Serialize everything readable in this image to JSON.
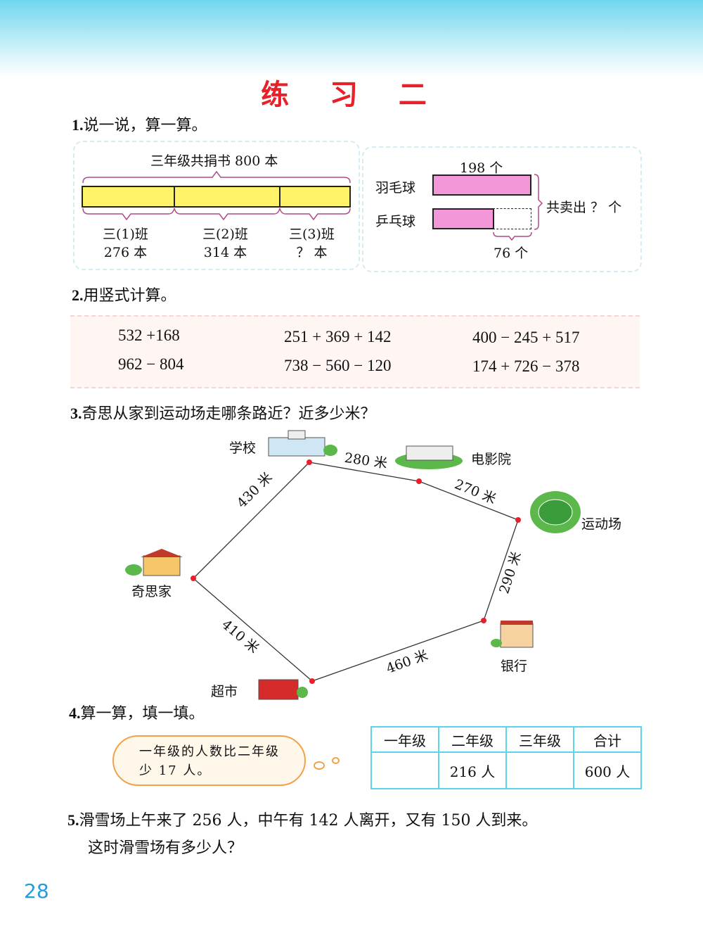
{
  "title": "练 习 二",
  "page_number": "28",
  "q1": {
    "prompt_num": "1.",
    "prompt": "说一说，算一算。",
    "left": {
      "total": "三年级共捐书 800 本",
      "classes": [
        {
          "name": "三(1)班",
          "value": "276 本"
        },
        {
          "name": "三(2)班",
          "value": "314 本"
        },
        {
          "name": "三(3)班",
          "value": "？ 本"
        }
      ]
    },
    "right": {
      "top_value": "198 个",
      "row1": "羽毛球",
      "row2": "乒乓球",
      "diff": "76 个",
      "total": "共卖出 ？ 个"
    }
  },
  "q2": {
    "prompt_num": "2.",
    "prompt": "用竖式计算。",
    "expressions": [
      "532 +168",
      "962 − 804",
      "251 + 369 + 142",
      "738 − 560 − 120",
      "400 − 245 + 517",
      "174 + 726 − 378"
    ]
  },
  "q3": {
    "prompt_num": "3.",
    "prompt": "奇思从家到运动场走哪条路近？近多少米？",
    "places": {
      "school": "学校",
      "cinema": "电影院",
      "stadium": "运动场",
      "bank": "银行",
      "market": "超市",
      "home": "奇思家"
    },
    "distances": {
      "home_school": "430 米",
      "school_cinema": "280 米",
      "cinema_stadium": "270 米",
      "stadium_bank": "290 米",
      "bank_market": "460 米",
      "market_home": "410 米"
    }
  },
  "q4": {
    "prompt_num": "4.",
    "prompt": "算一算，填一填。",
    "hint": "一年级的人数比二年级少 17 人。",
    "headers": [
      "一年级",
      "二年级",
      "三年级",
      "合计"
    ],
    "values": [
      "",
      "216 人",
      "",
      "600 人"
    ]
  },
  "q5": {
    "prompt_num": "5.",
    "line1": "滑雪场上午来了 256 人，中午有 142 人离开，又有 150 人到来。",
    "line2": "这时滑雪场有多少人？"
  }
}
